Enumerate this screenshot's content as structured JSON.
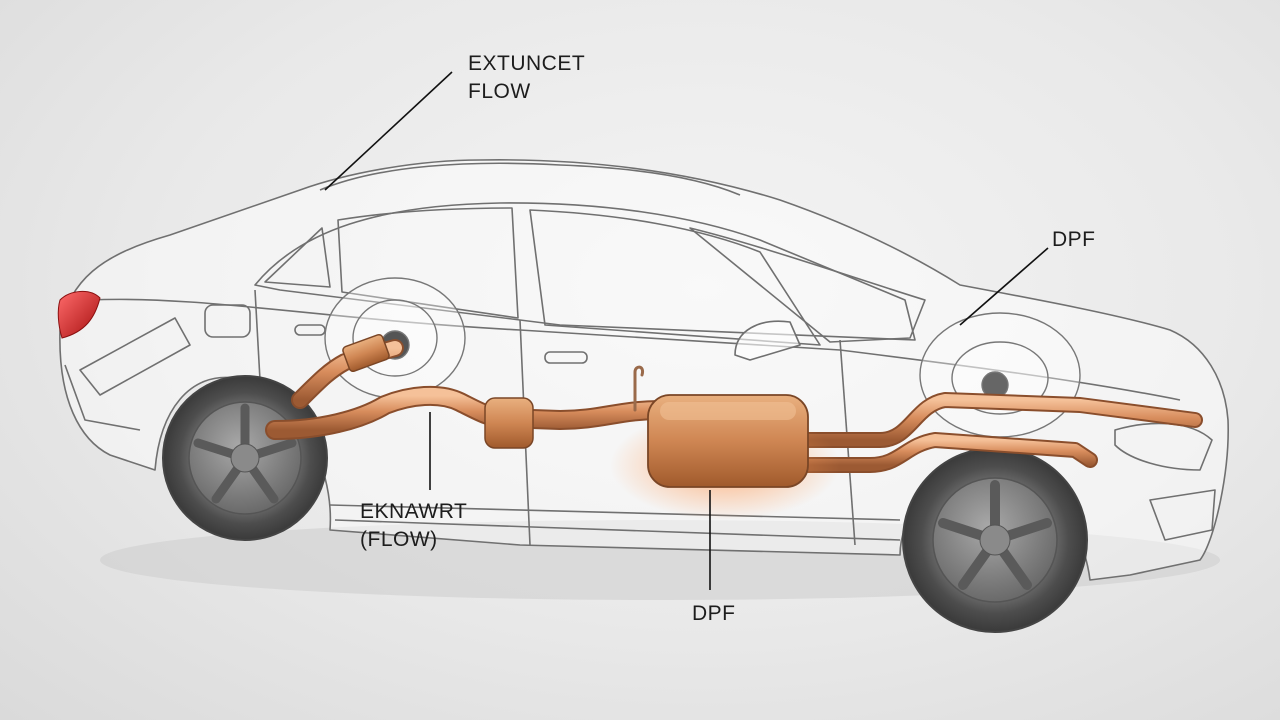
{
  "labels": {
    "exhaust_top": {
      "line1": "EXTUNCET",
      "line2": "FLOW"
    },
    "exhaust_mid": {
      "line1": "EKNAWRT",
      "line2": "(FLOW)"
    },
    "dpf_right": "DPF",
    "dpf_bottom": "DPF"
  },
  "colors": {
    "background": "#ececec",
    "car_outline": "#6f6f6f",
    "pipe": "#d4895a",
    "pipe_highlight": "#f2b88e",
    "dpf_glow": "#ff9a55",
    "tail_light": "#c81e1e",
    "tire": "#555555",
    "leader_line": "#111111"
  },
  "icons": [
    "car-outline",
    "exhaust-pipe",
    "dpf-canister",
    "wheel"
  ]
}
